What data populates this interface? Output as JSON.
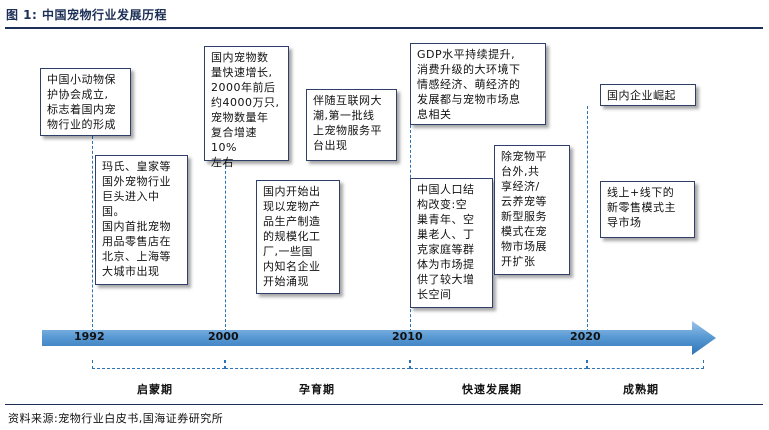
{
  "figure_title": "图 1:  中国宠物行业发展历程",
  "events": [
    {
      "text": "中国小动物保\n护协会成立,\n标志着国内宠\n物行业的形成"
    },
    {
      "text": "玛氏、皇家等\n国外宠物行业\n巨头进入中国。\n国内首批宠物\n用品零售店在\n北京、上海等\n大城市出现"
    },
    {
      "text": "国内宠物数\n量快速增长,\n2000年前后\n约4000万只,\n宠物数量年\n复合增速10%\n左右"
    },
    {
      "text": "国内开始出\n现以宠物产\n品生产制造\n的规模化工\n厂,一些国\n内知名企业\n开始涌现"
    },
    {
      "text": "伴随互联网大\n潮,第一批线\n上宠物服务平\n台出现"
    },
    {
      "text": "GDP水平持续提升,\n消费升级的大环境下\n情感经济、萌经济的\n发展都与宠物市场息\n息相关"
    },
    {
      "text": "中国人口结\n构改变:空\n巢青年、空\n巢老人、丁\n克家庭等群\n体为市场提\n供了较大增\n长空间"
    },
    {
      "text": "除宠物平\n台外,共\n享经济/\n云养宠等\n新型服务\n模式在宠\n物市场展\n开扩张"
    },
    {
      "text": "国内企业崛起"
    },
    {
      "text": "线上+线下的\n新零售模式主\n导市场"
    }
  ],
  "years": [
    "1992",
    "2000",
    "2010",
    "2020"
  ],
  "phases": [
    "启蒙期",
    "孕育期",
    "快速发展期",
    "成熟期"
  ],
  "source": "资料来源:宠物行业白皮书,国海证券研究所",
  "colors": {
    "arrow_light": "#9dc3e6",
    "arrow_dark": "#2e75b6",
    "dash": "#2b73b7",
    "title": "#1c2f57"
  }
}
